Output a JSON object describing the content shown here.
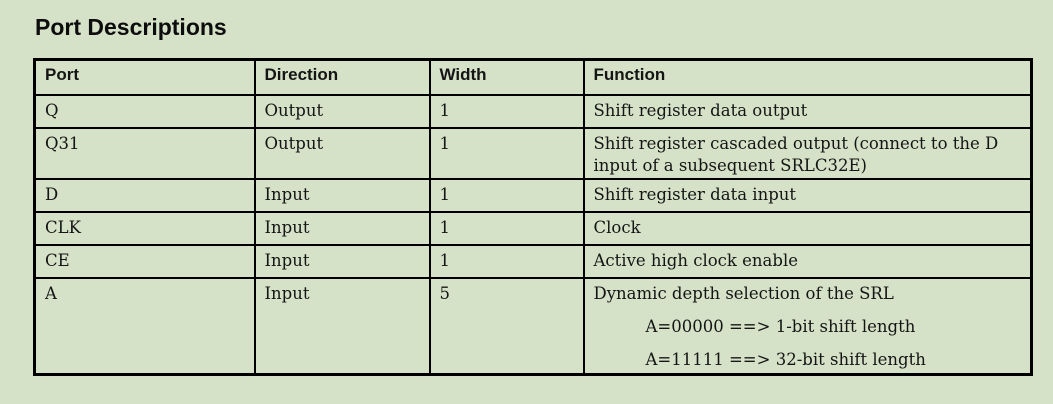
{
  "page": {
    "title": "Port Descriptions",
    "background_color": "#d5e2c8",
    "border_color": "#000000",
    "text_color": "#151515"
  },
  "table": {
    "headers": {
      "port": "Port",
      "direction": "Direction",
      "width": "Width",
      "function": "Function"
    },
    "rows": [
      {
        "port": "Q",
        "direction": "Output",
        "width": "1",
        "function": "Shift register data output"
      },
      {
        "port": "Q31",
        "direction": "Output",
        "width": "1",
        "function": "Shift register cascaded output (connect to the D input of a subsequent SRLC32E)"
      },
      {
        "port": "D",
        "direction": "Input",
        "width": "1",
        "function": "Shift register data input"
      },
      {
        "port": "CLK",
        "direction": "Input",
        "width": "1",
        "function": "Clock"
      },
      {
        "port": "CE",
        "direction": "Input",
        "width": "1",
        "function": "Active high clock enable"
      },
      {
        "port": "A",
        "direction": "Input",
        "width": "5",
        "function": "Dynamic depth selection of the SRL",
        "function_sub1": "A=00000 ==> 1-bit shift length",
        "function_sub2": "A=11111 ==> 32-bit shift length"
      }
    ]
  }
}
